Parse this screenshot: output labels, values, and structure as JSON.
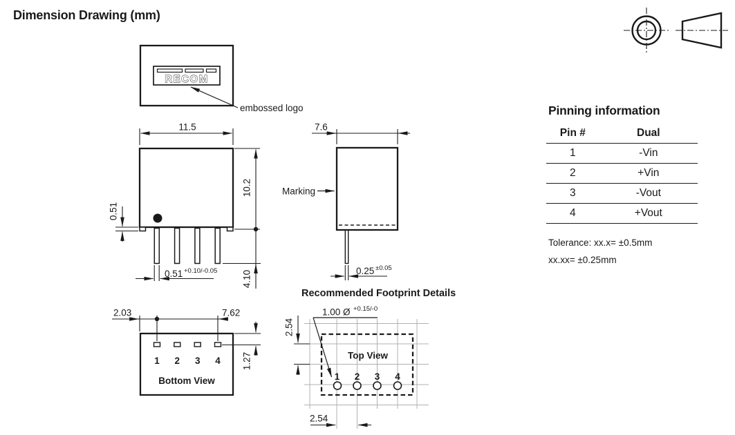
{
  "title": "Dimension Drawing (mm)",
  "colors": {
    "ink": "#1a1a1a",
    "grid_line": "#b0b0b0",
    "background": "#ffffff"
  },
  "logo_view": {
    "logo_text": "RECOM",
    "callout": "embossed logo"
  },
  "front_view": {
    "width": "11.5",
    "height": "10.2",
    "standoff": "0.51",
    "pin_width": "0.51",
    "pin_width_tol": "+0.10/-0.05",
    "pin_length": "4.10"
  },
  "side_view": {
    "width": "7.6",
    "marking": "Marking",
    "pin_thickness": "0.25",
    "pin_thickness_tol": "±0.05"
  },
  "bottom_view": {
    "label": "Bottom View",
    "pins": [
      "1",
      "2",
      "3",
      "4"
    ],
    "edge_to_pin1": "2.03",
    "pin1_to_pin4": "7.62",
    "edge_to_pin_row": "1.27"
  },
  "footprint": {
    "heading": "Recommended Footprint Details",
    "label": "Top View",
    "pins": [
      "1",
      "2",
      "3",
      "4"
    ],
    "hole": "1.00 Ø",
    "hole_tol": "+0.15/-0",
    "pitch_vertical": "2.54",
    "pitch_horizontal": "2.54"
  },
  "pinning": {
    "heading": "Pinning information",
    "col_pin": "Pin #",
    "col_dual": "Dual",
    "rows": [
      {
        "pin": "1",
        "dual": "-Vin"
      },
      {
        "pin": "2",
        "dual": "+Vin"
      },
      {
        "pin": "3",
        "dual": "-Vout"
      },
      {
        "pin": "4",
        "dual": "+Vout"
      }
    ],
    "tolerance1": "Tolerance: xx.x= ±0.5mm",
    "tolerance2": "xx.xx= ±0.25mm"
  }
}
